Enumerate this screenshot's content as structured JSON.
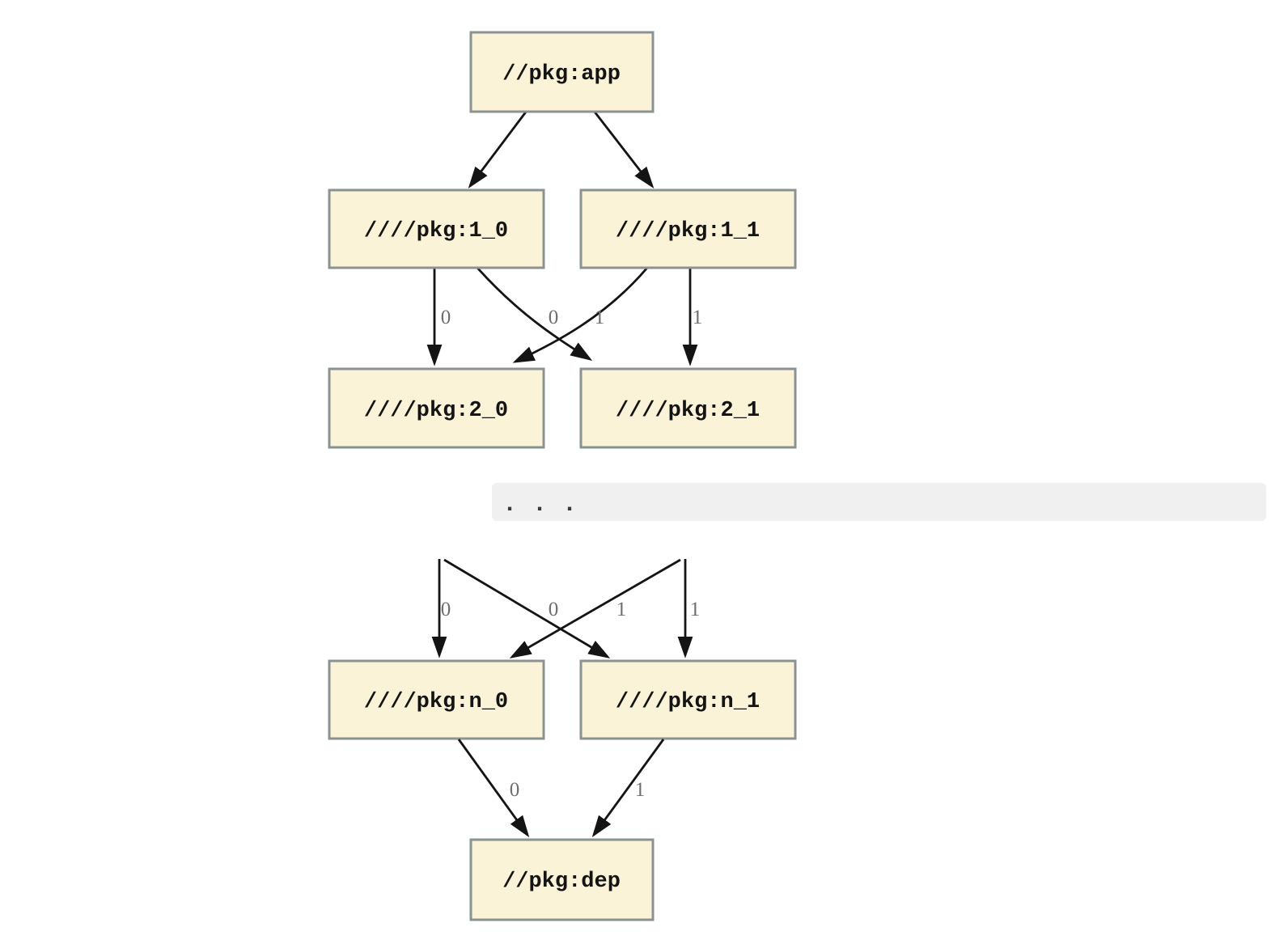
{
  "diagram": {
    "type": "dependency-graph",
    "colors": {
      "node_fill": "#FBF3D8",
      "node_border": "#8A9292",
      "edge": "#141414",
      "edge_label": "#6E6E6E",
      "band_bg": "#F0F0F0",
      "band_text": "#3A3A3A"
    },
    "nodes": {
      "app": "//pkg:app",
      "l1_0": "////pkg:1_0",
      "l1_1": "////pkg:1_1",
      "l2_0": "////pkg:2_0",
      "l2_1": "////pkg:2_1",
      "ln_0": "////pkg:n_0",
      "ln_1": "////pkg:n_1",
      "dep": "//pkg:dep"
    },
    "edge_labels": {
      "u_left": "0",
      "u_mid_left": "0",
      "u_mid_right": "1",
      "u_right": "1",
      "b_left": "0",
      "b_mid_left": "0",
      "b_mid_right": "1",
      "b_right": "1",
      "dep_left": "0",
      "dep_right": "1"
    },
    "edges": [
      {
        "from": "//pkg:app",
        "to": "////pkg:1_0",
        "label": ""
      },
      {
        "from": "//pkg:app",
        "to": "////pkg:1_1",
        "label": ""
      },
      {
        "from": "////pkg:1_0",
        "to": "////pkg:2_0",
        "label": "0"
      },
      {
        "from": "////pkg:1_0",
        "to": "////pkg:2_1",
        "label": "1"
      },
      {
        "from": "////pkg:1_1",
        "to": "////pkg:2_0",
        "label": "0"
      },
      {
        "from": "////pkg:1_1",
        "to": "////pkg:2_1",
        "label": "1"
      },
      {
        "from": "////pkg:n_0",
        "to": "//pkg:dep",
        "label": "0"
      },
      {
        "from": "////pkg:n_1",
        "to": "//pkg:dep",
        "label": "1"
      }
    ],
    "ellipsis": "..."
  }
}
